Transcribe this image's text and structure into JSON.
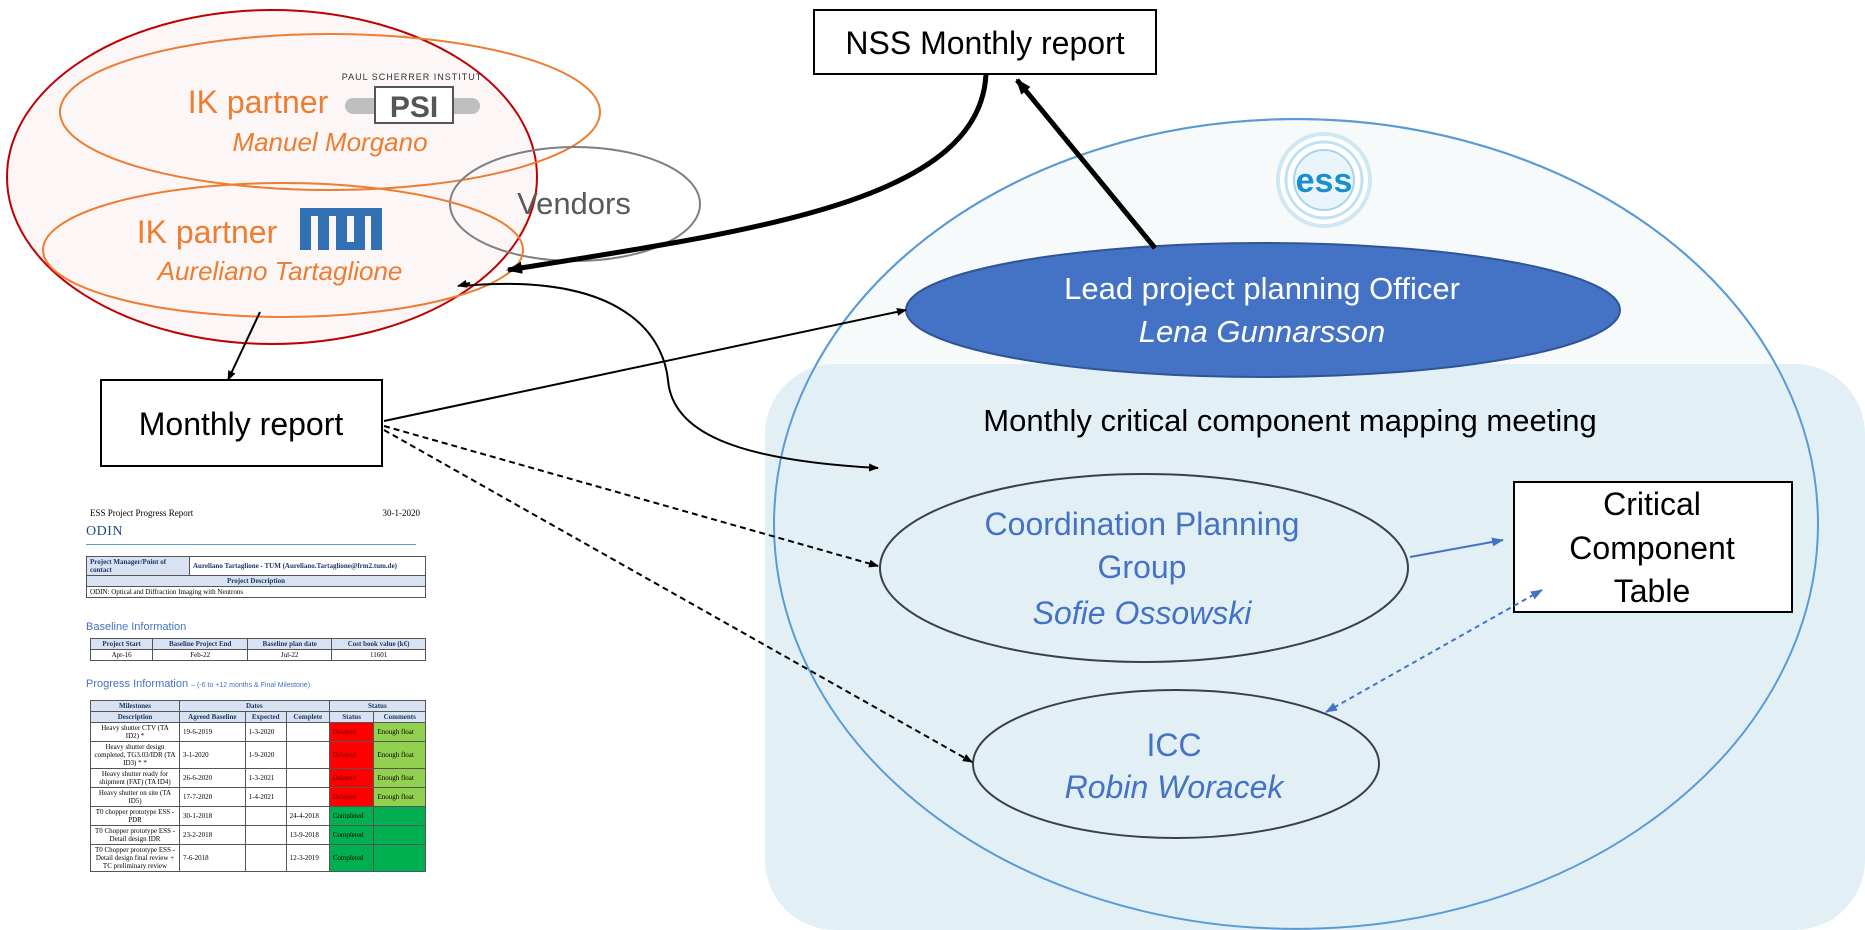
{
  "partners": {
    "psi": {
      "title": "IK partner",
      "person": "Manuel Morgano",
      "logo_text": "PAUL SCHERRER INSTITUT",
      "logo_mark": "PSI"
    },
    "tum": {
      "title": "IK partner",
      "person": "Aureliano Tartaglione",
      "logo_mark": "TUM"
    },
    "vendors": "Vendors"
  },
  "nss_report": "NSS Monthly report",
  "monthly_report": "Monthly report",
  "ess_logo": "ess",
  "lead_officer": {
    "title": "Lead project planning Officer",
    "person": "Lena Gunnarsson"
  },
  "meeting_title": "Monthly critical component mapping meeting",
  "cpg": {
    "line1": "Coordination Planning",
    "line2": "Group",
    "person": "Sofie Ossowski"
  },
  "icc": {
    "title": "ICC",
    "person": "Robin Woracek"
  },
  "critical_table": {
    "line1": "Critical",
    "line2": "Component",
    "line3": "Table"
  },
  "colors": {
    "orange": "#ed7d31",
    "red": "#c00000",
    "blue": "#4472c4",
    "light_blue_fill": "#e2f0f6",
    "dark_blue": "#4472c4"
  },
  "report": {
    "header": "ESS Project Progress Report",
    "date": "30-1-2020",
    "project": "ODIN",
    "contact_label": "Project Manager/Point of contact",
    "contact_value": "Aureliano Tartaglione - TUM (Aureliano.Tartaglione@frm2.tum.de)",
    "desc_label": "Project Description",
    "desc_value": "ODIN: Optical and Diffraction Imaging with Neutrons",
    "baseline_title": "Baseline Information",
    "baseline_headers": [
      "Project Start",
      "Baseline Project End",
      "Baseline plan date",
      "Cost book value (k€)"
    ],
    "baseline_values": [
      "Apr-16",
      "Feb-22",
      "Jul-22",
      "11601"
    ],
    "progress_title": "Progress Information",
    "progress_note": "– (-6 to +12 months & Final Milestone)",
    "group_headers": [
      "Milestones",
      "Dates",
      "Status"
    ],
    "col_headers": [
      "Description",
      "Agreed Baseline",
      "Expected",
      "Complete",
      "Status",
      "Comments"
    ],
    "rows": [
      {
        "d": "Heavy shutter CTV (TA ID2) *",
        "a": "19-6-2019",
        "e": "1-3-2020",
        "c": "",
        "s": "Delayed",
        "m": "Enough float"
      },
      {
        "d": "Heavy shutter design completed, TG3.03/IDR (TA ID3) * *",
        "a": "3-1-2020",
        "e": "1-9-2020",
        "c": "",
        "s": "Delayed",
        "m": "Enough float"
      },
      {
        "d": "Heavy shutter ready for shipment (FAT) (TA ID4)",
        "a": "26-6-2020",
        "e": "1-3-2021",
        "c": "",
        "s": "Delayed",
        "m": "Enough float"
      },
      {
        "d": "Heavy shutter on site (TA ID5)",
        "a": "17-7-2020",
        "e": "1-4-2021",
        "c": "",
        "s": "Delayed",
        "m": "Enough float"
      },
      {
        "d": "T0 chopper prototype ESS - PDR",
        "a": "30-1-2018",
        "e": "",
        "c": "24-4-2018",
        "s": "Completed",
        "m": ""
      },
      {
        "d": "T0 Chopper prototype ESS - Detail design IDR",
        "a": "23-2-2018",
        "e": "",
        "c": "13-9-2018",
        "s": "Completed",
        "m": ""
      },
      {
        "d": "T0 Chopper prototype ESS - Detail design final review + TC preliminary review",
        "a": "7-6-2018",
        "e": "",
        "c": "12-3-2019",
        "s": "Completed",
        "m": ""
      }
    ]
  }
}
